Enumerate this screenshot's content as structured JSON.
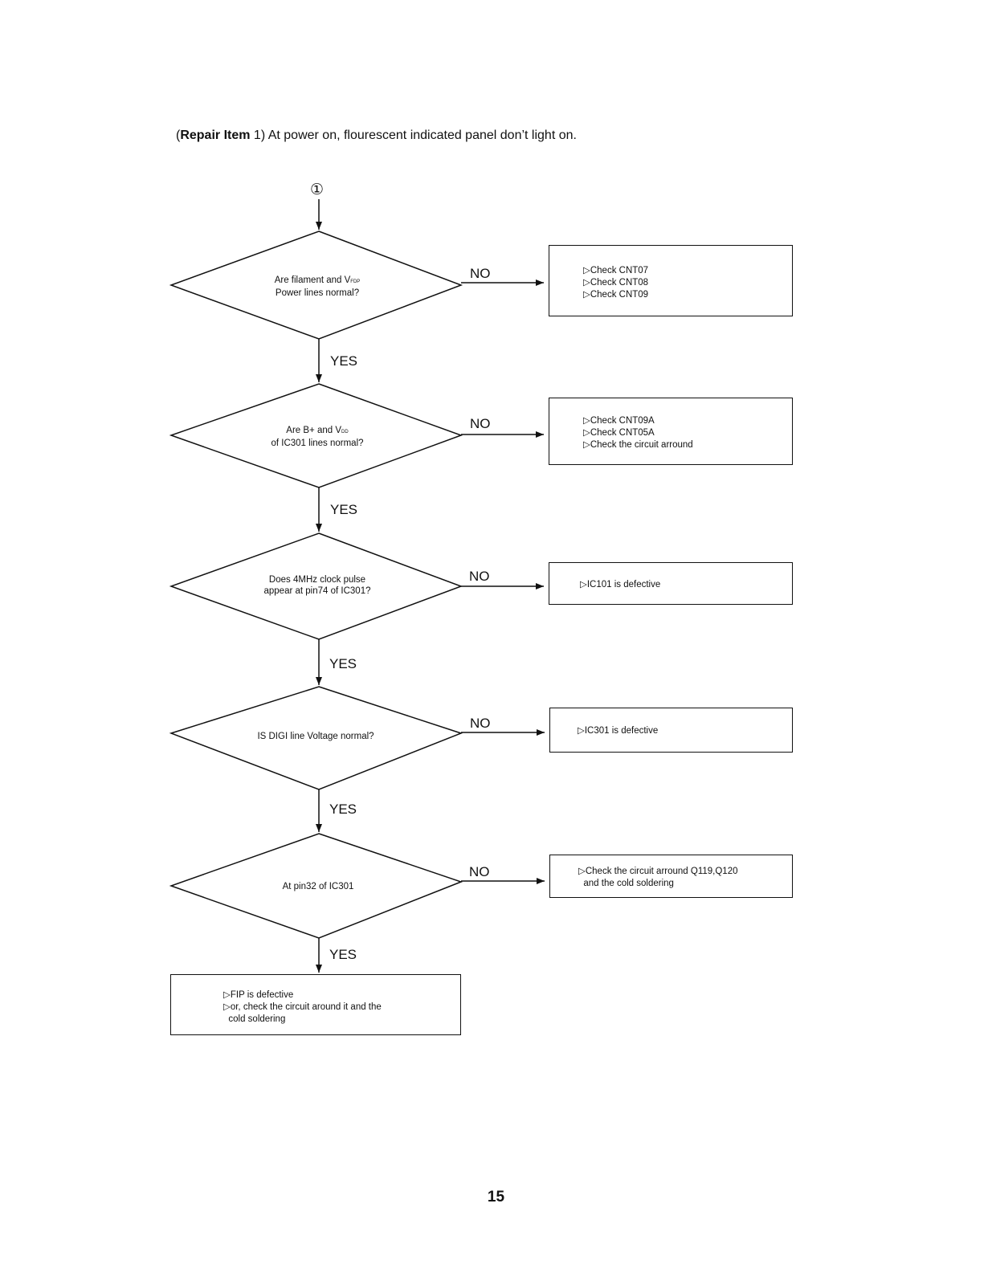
{
  "header": {
    "bracket_open": "(",
    "bold": "Repair Item",
    "rest": " 1) At power on, flourescent indicated panel don’t light on."
  },
  "start_symbol": "①",
  "decisions": [
    {
      "line1_pre": "Are filament and V",
      "line1_sub": "FDP",
      "line2": "Power lines normal?"
    },
    {
      "line1_pre": "Are B+ and V",
      "line1_sub": "DD",
      "line2": "of IC301 lines normal?"
    },
    {
      "line1_pre": "Does 4MHz clock pulse",
      "line1_sub": "",
      "line2": "appear at pin74 of IC301?"
    },
    {
      "line1_pre": "IS DIGI line Voltage normal?",
      "line1_sub": "",
      "line2": ""
    },
    {
      "line1_pre": "At pin32 of IC301",
      "line1_sub": "",
      "line2": ""
    }
  ],
  "no_label": "NO",
  "yes_label": "YES",
  "no_boxes": [
    {
      "lines": [
        "▷Check CNT07",
        "▷Check CNT08",
        "▷Check CNT09"
      ]
    },
    {
      "lines": [
        "▷Check CNT09A",
        "▷Check CNT05A",
        "▷Check the circuit arround"
      ]
    },
    {
      "lines": [
        "▷IC101 is defective"
      ]
    },
    {
      "lines": [
        "▷IC301 is defective"
      ]
    },
    {
      "lines": [
        "▷Check the circuit arround Q119,Q120",
        "  and the cold soldering"
      ]
    }
  ],
  "final_box": {
    "lines": [
      "▷FIP is defective",
      "▷or, check the circuit around it and the",
      "  cold soldering"
    ]
  },
  "page_number": "15"
}
